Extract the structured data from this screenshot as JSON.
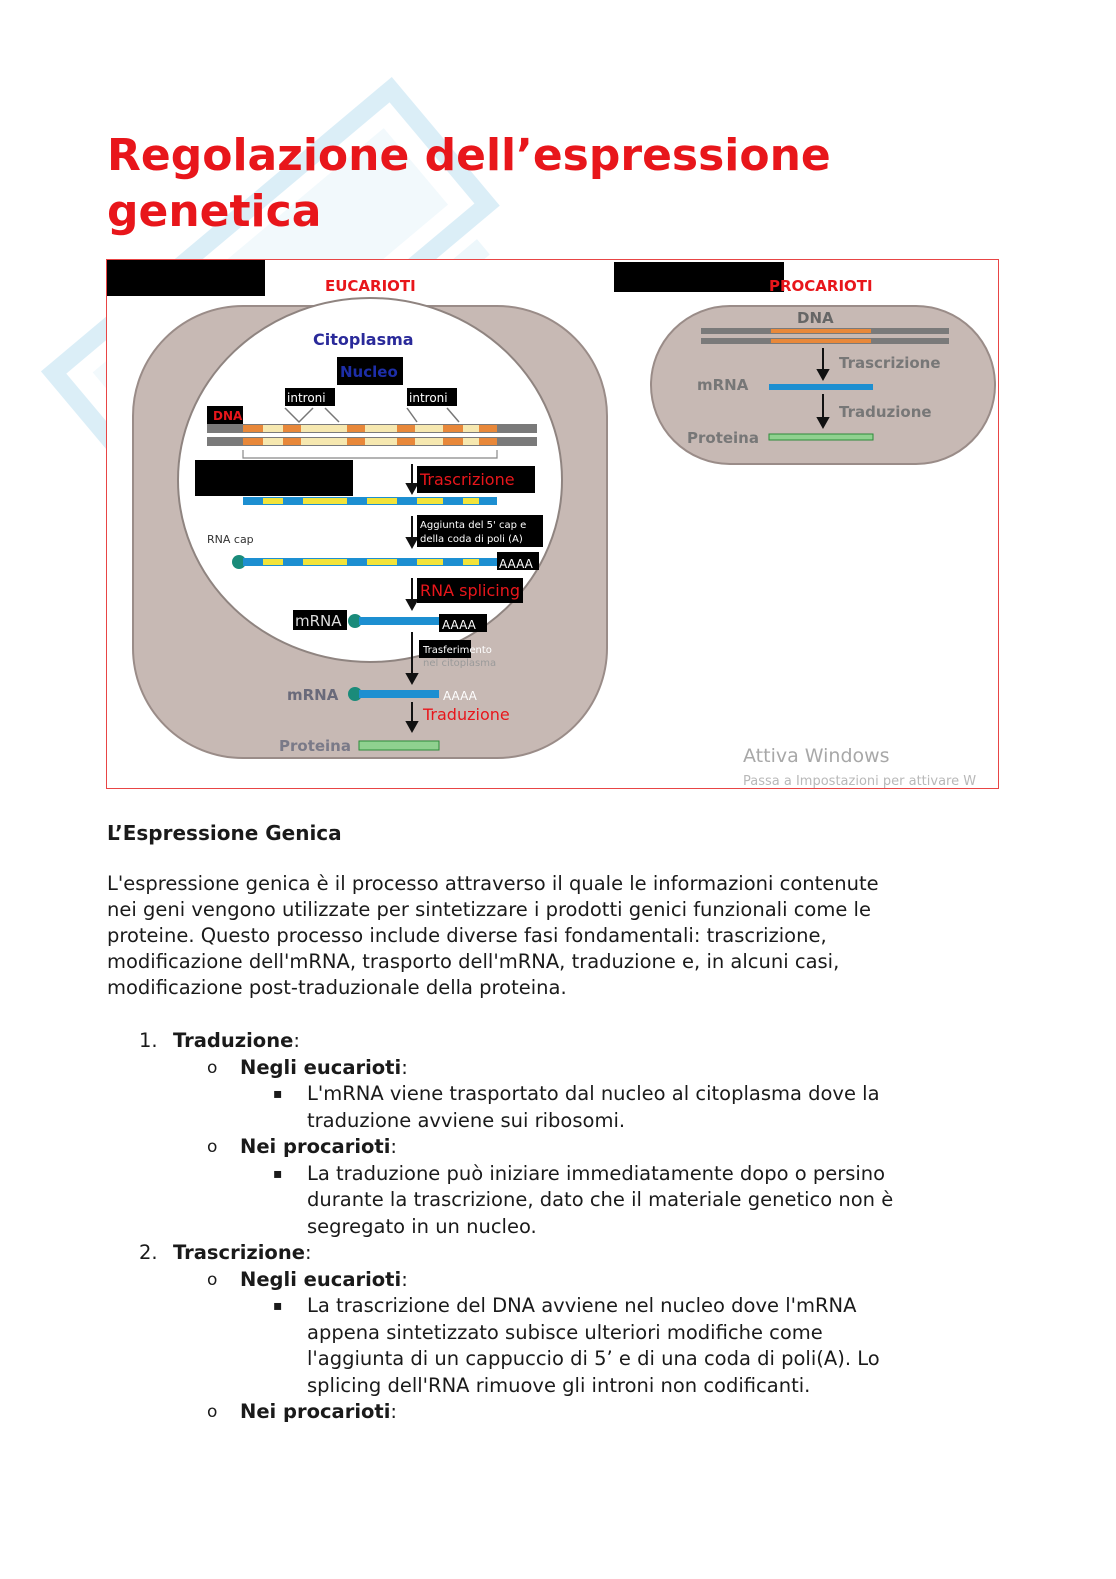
{
  "title": "Regolazione dell’espressione genetica",
  "figure": {
    "eucarioti_label": "EUCARIOTI",
    "procarioti_label": "PROCARIOTI",
    "citoplasma": "Citoplasma",
    "nucleo": "Nucleo",
    "introni_1": "introni",
    "introni_2": "introni",
    "dna_euk": "DNA",
    "trascrizione_euk": "Trascrizione",
    "aggiunta_line1": "Aggiunta del 5' cap e",
    "aggiunta_line2": "della coda di poli (A)",
    "rna_cap": "RNA cap",
    "aaaa_1": "AAAA",
    "rna_splicing": "RNA splicing",
    "mrna_1": "mRNA",
    "aaaa_2": "AAAA",
    "trasferimento_line1": "Trasferimento",
    "trasferimento_line2": "nel citoplasma",
    "mrna_2": "mRNA",
    "aaaa_3": "AAAA",
    "traduzione_euk": "Traduzione",
    "proteina_euk": "Proteina",
    "dna_pro": "DNA",
    "trascrizione_pro": "Trascrizione",
    "mrna_pro": "mRNA",
    "traduzione_pro": "Traduzione",
    "proteina_pro": "Proteina",
    "activate_line1": "Attiva Windows",
    "activate_line2": "Passa a Impostazioni per attivare W",
    "colors": {
      "cell": "#c7b9b4",
      "dna_grey": "#7a7a7a",
      "exon_orange": "#e8883a",
      "intron_cream": "#f6e8b0",
      "rna_blue": "#1d8fd1",
      "rna_yellow": "#f2e33a",
      "protein_green": "#8fd18f",
      "red_label": "#e8161b"
    }
  },
  "section_heading": "L’Espressione Genica",
  "paragraph": {
    "lines": [
      "L'espressione genica è il processo attraverso il quale le informazioni contenute",
      "nei geni vengono utilizzate per sintetizzare i prodotti genici funzionali come le",
      "proteine. Questo processo include diverse fasi fondamentali: trascrizione,",
      "modificazione dell'mRNA, trasporto dell'mRNA, traduzione e, in alcuni casi,",
      "modificazione post-traduzionale della proteina."
    ]
  },
  "list": {
    "item1": {
      "number": "1.",
      "label": "Traduzione",
      "sub1_label": "Negli eucarioti",
      "sub1_text": [
        "L'mRNA viene trasportato dal nucleo al citoplasma dove la",
        "traduzione avviene sui ribosomi."
      ],
      "sub2_label": "Nei procarioti",
      "sub2_text": [
        "La traduzione può iniziare immediatamente dopo o persino",
        "durante la trascrizione, dato che il materiale genetico non è",
        "segregato in un nucleo."
      ]
    },
    "item2": {
      "number": "2.",
      "label": "Trascrizione",
      "sub1_label": "Negli eucarioti",
      "sub1_text": [
        "La trascrizione del DNA avviene nel nucleo dove l'mRNA",
        "appena sintetizzato subisce ulteriori modifiche come",
        "l'aggiunta di un cappuccio di 5’ e di una coda di poli(A). Lo",
        "splicing dell'RNA rimuove gli introni non codificanti."
      ],
      "sub2_label": "Nei procarioti"
    },
    "colon": ":",
    "bullet_o": "o",
    "bullet_sq": "▪"
  }
}
